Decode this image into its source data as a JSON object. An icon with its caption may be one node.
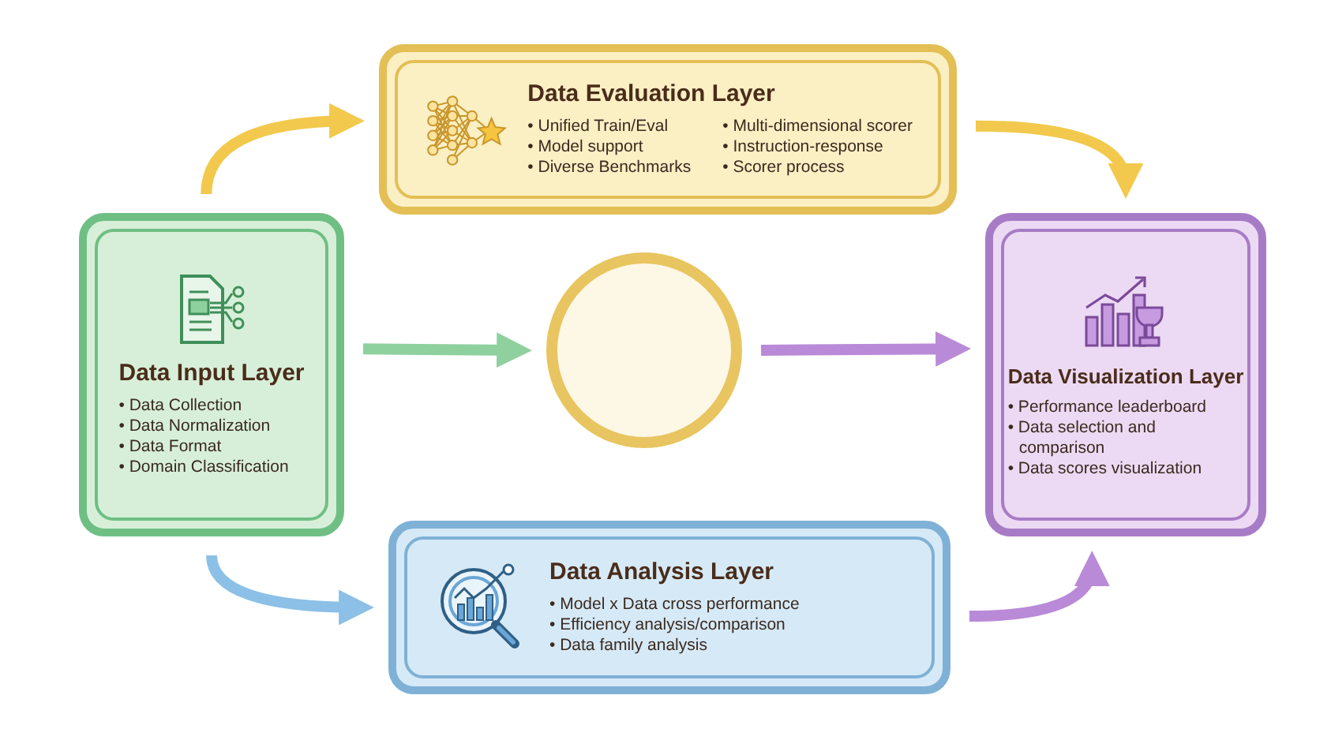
{
  "diagram": {
    "nodes": [
      {
        "text": [
          "Data Input Layer",
          "• Data Collection",
          "• Data Normalization",
          "• Data Format",
          "• Domain Classification"
        ]
      },
      {
        "text": [
          "Data Evaluation Layer",
          "• Unified Train/Eval",
          "• Model support",
          "• Diverse Benchmarks",
          "• Multi-dimensional scorer",
          "• Instruction-response",
          "• Scorer process"
        ]
      },
      {
        "text": [],
        "shape": "circle"
      },
      {
        "text": [
          "Data Visualization Layer",
          "• Performance leaderboard",
          "• Data selection and comparison",
          "• Data scores visualization"
        ]
      },
      {
        "text": [
          "Data Analysis Layer",
          "• Model x Data cross performance",
          "• Efficiency analysis/comparison",
          "• Data family analysis"
        ]
      }
    ],
    "edges": [
      {
        "from": 0,
        "to": 1,
        "arrow": "to",
        "color": "#f2c94c"
      },
      {
        "from": 0,
        "to": 2,
        "arrow": "to",
        "color": "#8fd19e"
      },
      {
        "from": 2,
        "to": 3,
        "arrow": "to",
        "color": "#b98ad8"
      },
      {
        "from": 1,
        "to": 3,
        "arrow": "to",
        "color": "#f2c94c"
      },
      {
        "from": 0,
        "to": 4,
        "arrow": "to",
        "color": "#8cc0e6"
      },
      {
        "from": 4,
        "to": 3,
        "arrow": "to",
        "color": "#b98ad8"
      }
    ]
  }
}
